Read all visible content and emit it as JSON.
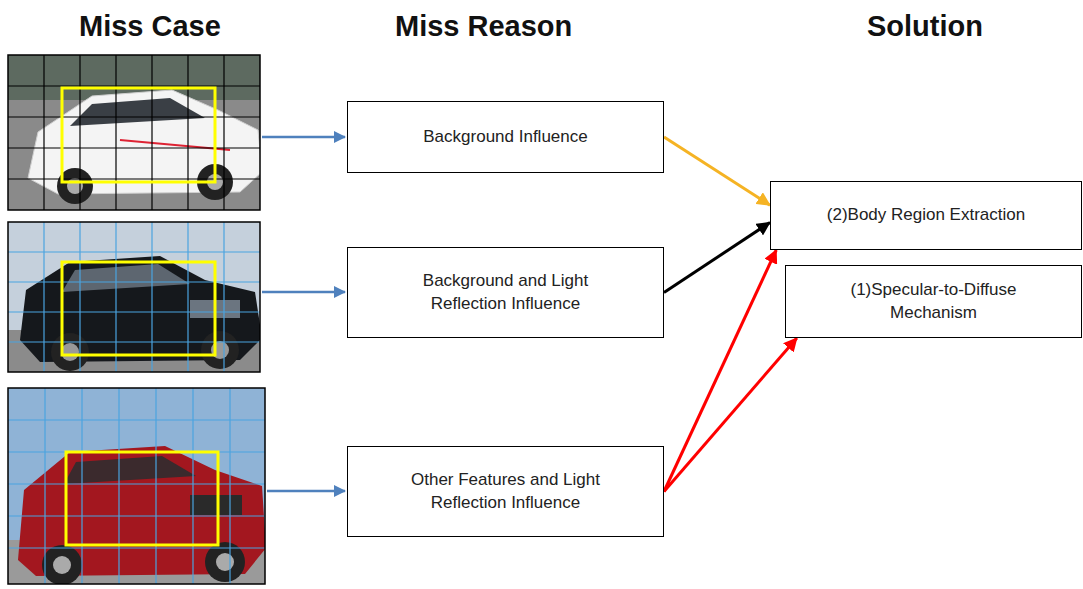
{
  "diagram": {
    "nodes": [
      {
        "text": [
          "Background Influence"
        ]
      },
      {
        "text": [
          "Background and Light Reflection Influence"
        ]
      },
      {
        "text": [
          "Other Features and Light Reflection Influence"
        ]
      },
      {
        "text": [
          "(2)Body Region Extraction"
        ]
      },
      {
        "text": [
          "(1)Specular-to-Diffuse Mechanism"
        ]
      }
    ],
    "edges": [
      {
        "from": 0,
        "to": 3,
        "arrow": "to"
      },
      {
        "from": 1,
        "to": 3,
        "arrow": "to"
      },
      {
        "from": 2,
        "to": 3,
        "arrow": "to"
      },
      {
        "from": 2,
        "to": 4,
        "arrow": "to"
      }
    ],
    "labels": [
      "Miss Case",
      "Miss Reason",
      "Solution"
    ]
  }
}
